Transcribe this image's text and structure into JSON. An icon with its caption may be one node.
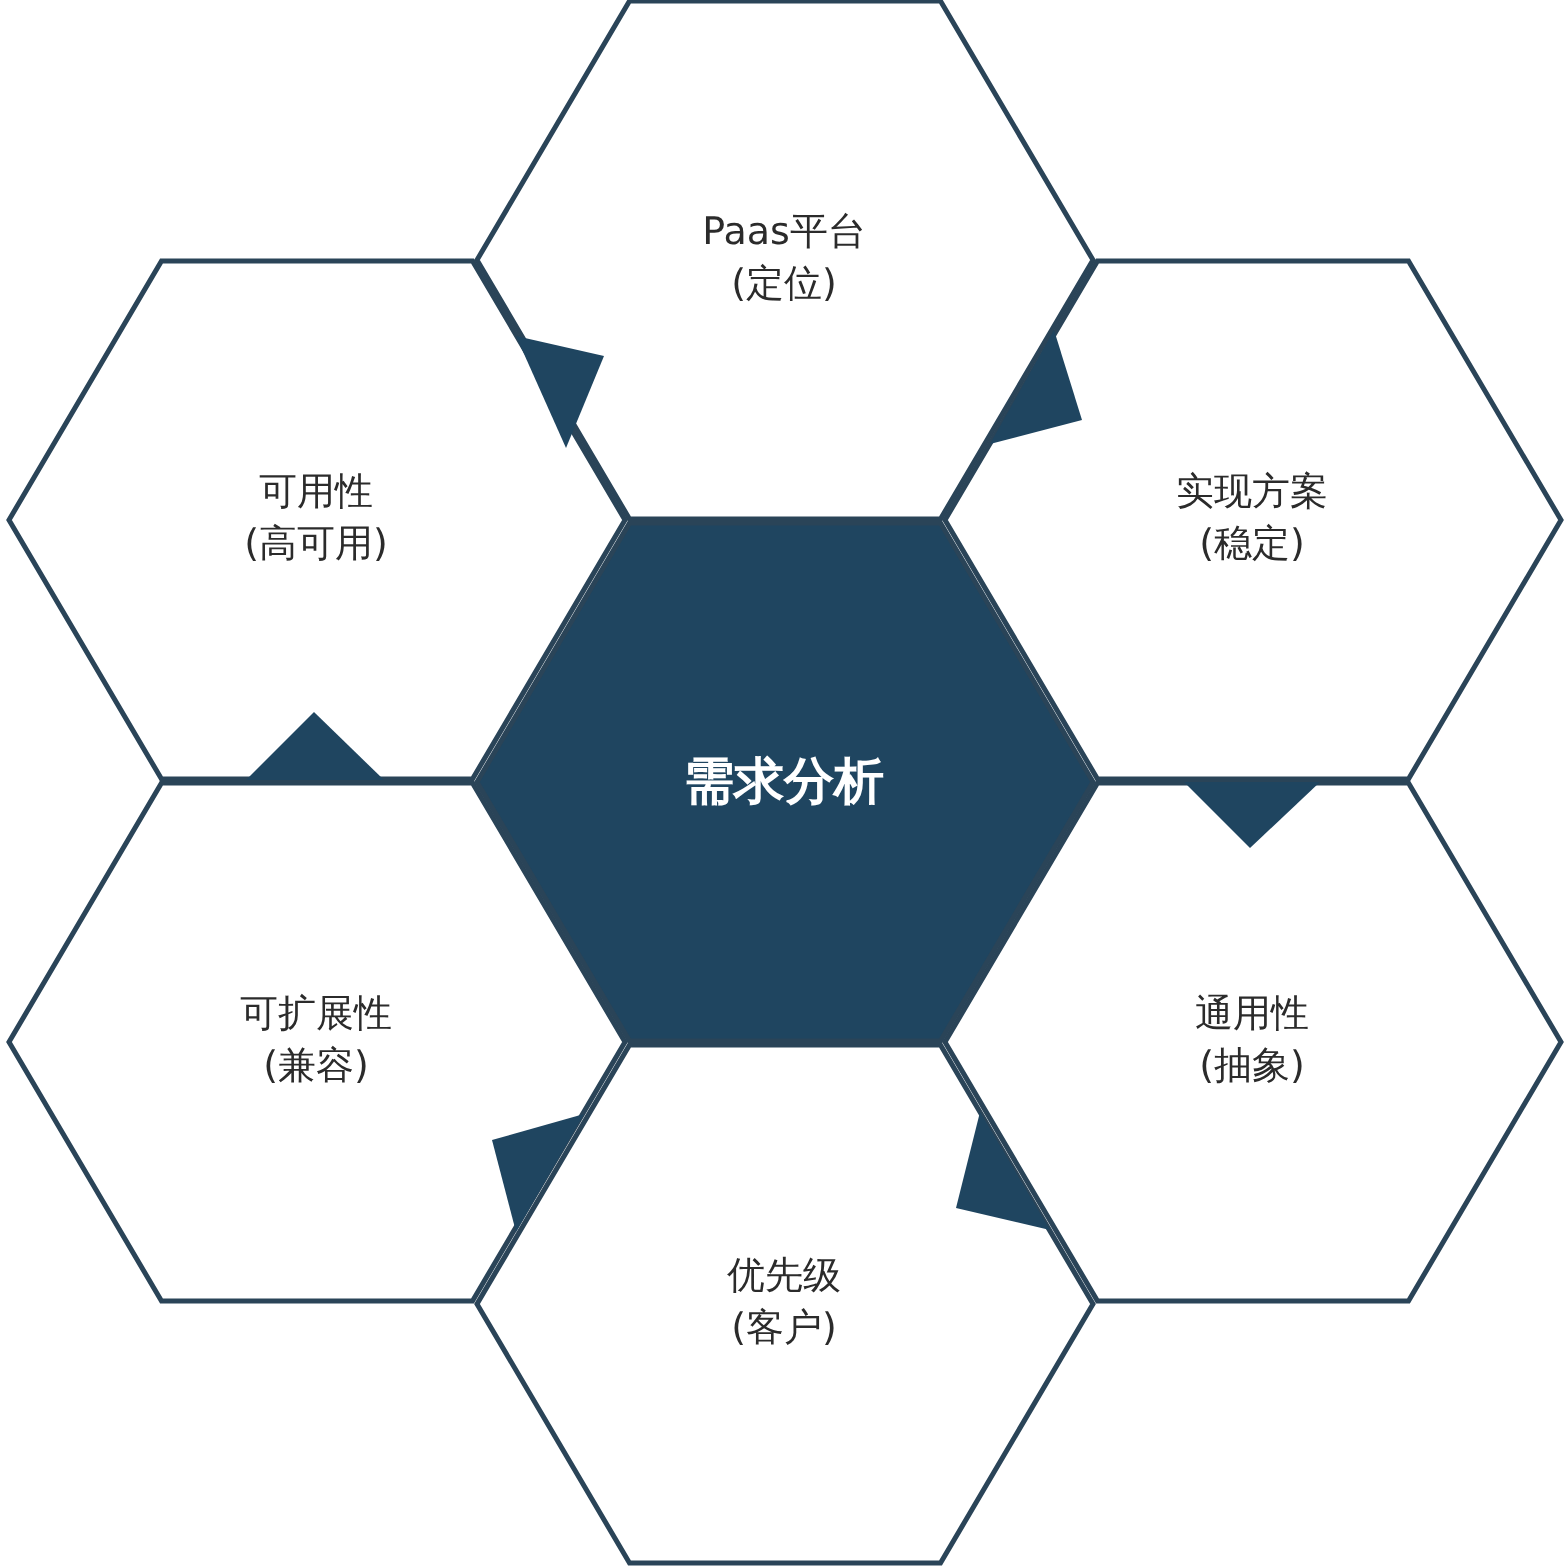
{
  "diagram": {
    "nodes": [
      {
        "text": [
          "Paas平台",
          "(定位)"
        ]
      },
      {
        "text": [
          "可用性",
          "(高可用)"
        ]
      },
      {
        "text": [
          "实现方案",
          "(稳定)"
        ]
      },
      {
        "text": [
          "需求分析"
        ]
      },
      {
        "text": [
          "可扩展性",
          "(兼容)"
        ]
      },
      {
        "text": [
          "通用性",
          "(抽象)"
        ]
      },
      {
        "text": [
          "优先级",
          "(客户)"
        ]
      }
    ]
  }
}
